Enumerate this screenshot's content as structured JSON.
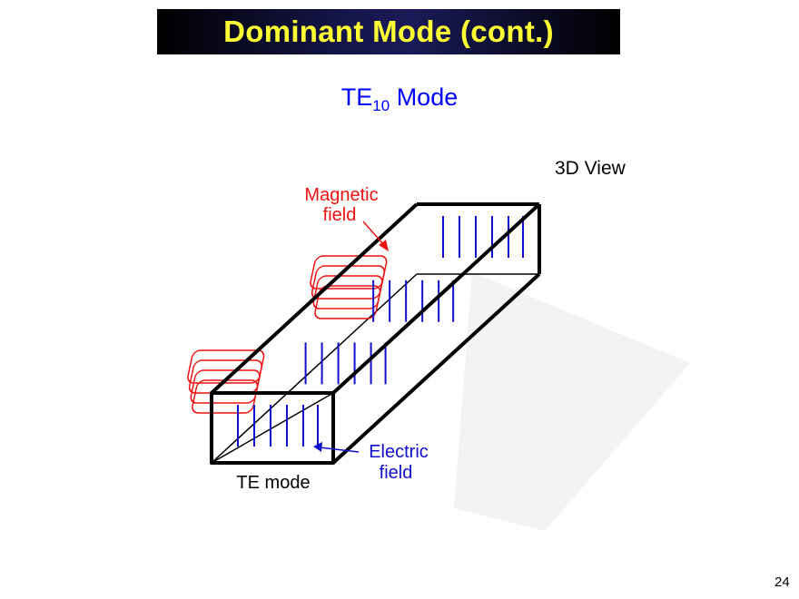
{
  "slide": {
    "title": "Dominant Mode (cont.)",
    "subtitle_main": "TE",
    "subtitle_sub": "10",
    "subtitle_tail": " Mode",
    "view_label": "3D View",
    "page_number": "24"
  },
  "figure": {
    "magnetic_label_line1": "Magnetic",
    "magnetic_label_line2": "field",
    "electric_label_line1": "Electric",
    "electric_label_line2": "field",
    "mode_label": "TE mode"
  },
  "colors": {
    "title_text": "#ffff33",
    "subtitle": "#0000ff",
    "magnetic_field": "#ff0000",
    "electric_field": "#0000cc",
    "waveguide": "#000000"
  }
}
